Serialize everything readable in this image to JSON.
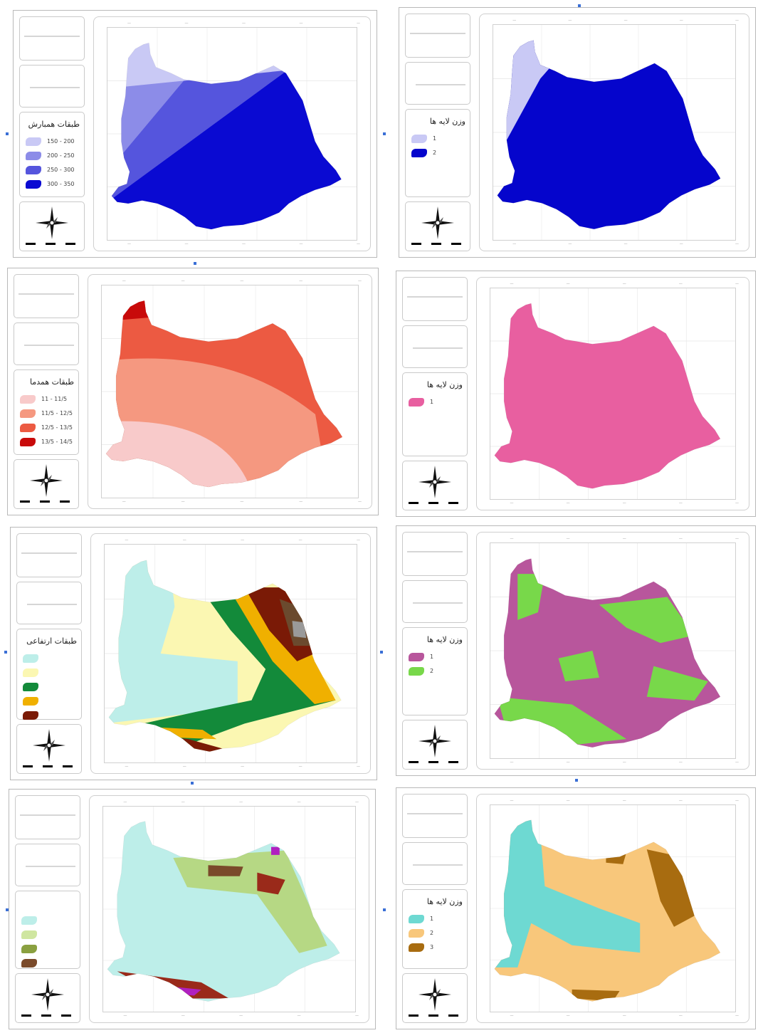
{
  "panels": [
    {
      "legend_title": "طبقات همبارش",
      "items": [
        {
          "label": "150 - 200",
          "color": "#c9c9f5"
        },
        {
          "label": "200 - 250",
          "color": "#8c8ce8"
        },
        {
          "label": "250 - 300",
          "color": "#5555dd"
        },
        {
          "label": "300 - 350",
          "color": "#0a0ad2"
        }
      ],
      "zones": [
        "#c9c9f5",
        "#8c8ce8",
        "#5555dd",
        "#0a0ad2"
      ],
      "zone_style": "diag"
    },
    {
      "legend_title": "وزن لایه ها",
      "items": [
        {
          "label": "1",
          "color": "#c9c9f5"
        },
        {
          "label": "2",
          "color": "#0505cc"
        }
      ],
      "zones": [
        "#c9c9f5",
        "#0505cc"
      ],
      "zone_style": "diag2"
    },
    {
      "legend_title": "طبقات همدما",
      "items": [
        {
          "label": "11 - 11/5",
          "color": "#f8caca"
        },
        {
          "label": "11/5 - 12/5",
          "color": "#f59880"
        },
        {
          "label": "12/5 - 13/5",
          "color": "#ec5a42"
        },
        {
          "label": "13/5 - 14/5",
          "color": "#c80a0a"
        }
      ],
      "zones": [
        "#f8caca",
        "#f59880",
        "#ec5a42",
        "#c80a0a"
      ],
      "zone_style": "arc"
    },
    {
      "legend_title": "وزن لایه ها",
      "items": [
        {
          "label": "1",
          "color": "#e85fa0"
        }
      ],
      "zones": [
        "#e85fa0"
      ],
      "zone_style": "flat"
    },
    {
      "legend_title": "طبقات ارتفاعی",
      "items": [
        {
          "label": "",
          "color": "#bdeee9"
        },
        {
          "label": "",
          "color": "#fbf7b2"
        },
        {
          "label": "",
          "color": "#138a3a"
        },
        {
          "label": "",
          "color": "#f0b000"
        },
        {
          "label": "",
          "color": "#7a1a06"
        },
        {
          "label": "",
          "color": "#6b4a2e"
        },
        {
          "label": "",
          "color": "#9a9a9a"
        },
        {
          "label": "",
          "color": "#ffffff"
        }
      ],
      "zones": [
        "#bdeee9",
        "#fbf7b2",
        "#138a3a",
        "#f0b000",
        "#7a1a06",
        "#6b4a2e",
        "#9a9a9a"
      ],
      "zone_style": "elev"
    },
    {
      "legend_title": "وزن لایه ها",
      "items": [
        {
          "label": "1",
          "color": "#b8569c"
        },
        {
          "label": "2",
          "color": "#78d84a"
        }
      ],
      "zones": [
        "#b8569c",
        "#78d84a"
      ],
      "zone_style": "patchy"
    },
    {
      "legend_title": "",
      "items": [
        {
          "label": "",
          "color": "#bdeee9"
        },
        {
          "label": "",
          "color": "#cfe6a0"
        },
        {
          "label": "",
          "color": "#8aa040"
        },
        {
          "label": "",
          "color": "#7a4a2a"
        },
        {
          "label": "",
          "color": "#9a2a1a"
        },
        {
          "label": "",
          "color": "#b020c0"
        },
        {
          "label": "",
          "color": "#9a9a9a"
        }
      ],
      "zones": [
        "#bdeee9",
        "#b6d884",
        "#7a4a2a",
        "#9a2a1a",
        "#b020c0"
      ],
      "zone_style": "slope"
    },
    {
      "legend_title": "وزن لایه ها",
      "items": [
        {
          "label": "1",
          "color": "#6ed9d2"
        },
        {
          "label": "2",
          "color": "#f8c77b"
        },
        {
          "label": "3",
          "color": "#a86c10"
        }
      ],
      "zones": [
        "#6ed9d2",
        "#f8c77b",
        "#a86c10"
      ],
      "zone_style": "three"
    }
  ]
}
